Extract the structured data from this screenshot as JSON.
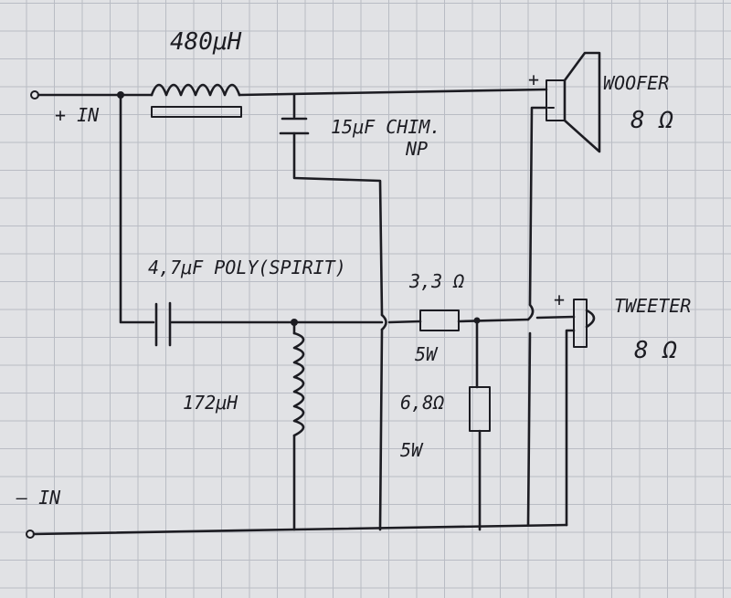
{
  "labels": {
    "plus_in": "+ IN",
    "minus_in": "— IN",
    "l1": "480μH",
    "c1": "15μF CHIM.",
    "c1_type": "NP",
    "c2": "4,7μF POLY(SPIRIT)",
    "l2": "172μH",
    "r1": "3,3 Ω",
    "r1_power": "5W",
    "r2": "6,8Ω",
    "r2_power": "5W",
    "woofer": "WOOFER",
    "woofer_imp": "8 Ω",
    "woofer_plus": "+",
    "tweeter": "TWEETER",
    "tweeter_imp": "8 Ω",
    "tweeter_plus": "+"
  },
  "colors": {
    "ink": "#1c1c22",
    "paper": "#e1e2e5",
    "grid": "#b9bcc4"
  }
}
